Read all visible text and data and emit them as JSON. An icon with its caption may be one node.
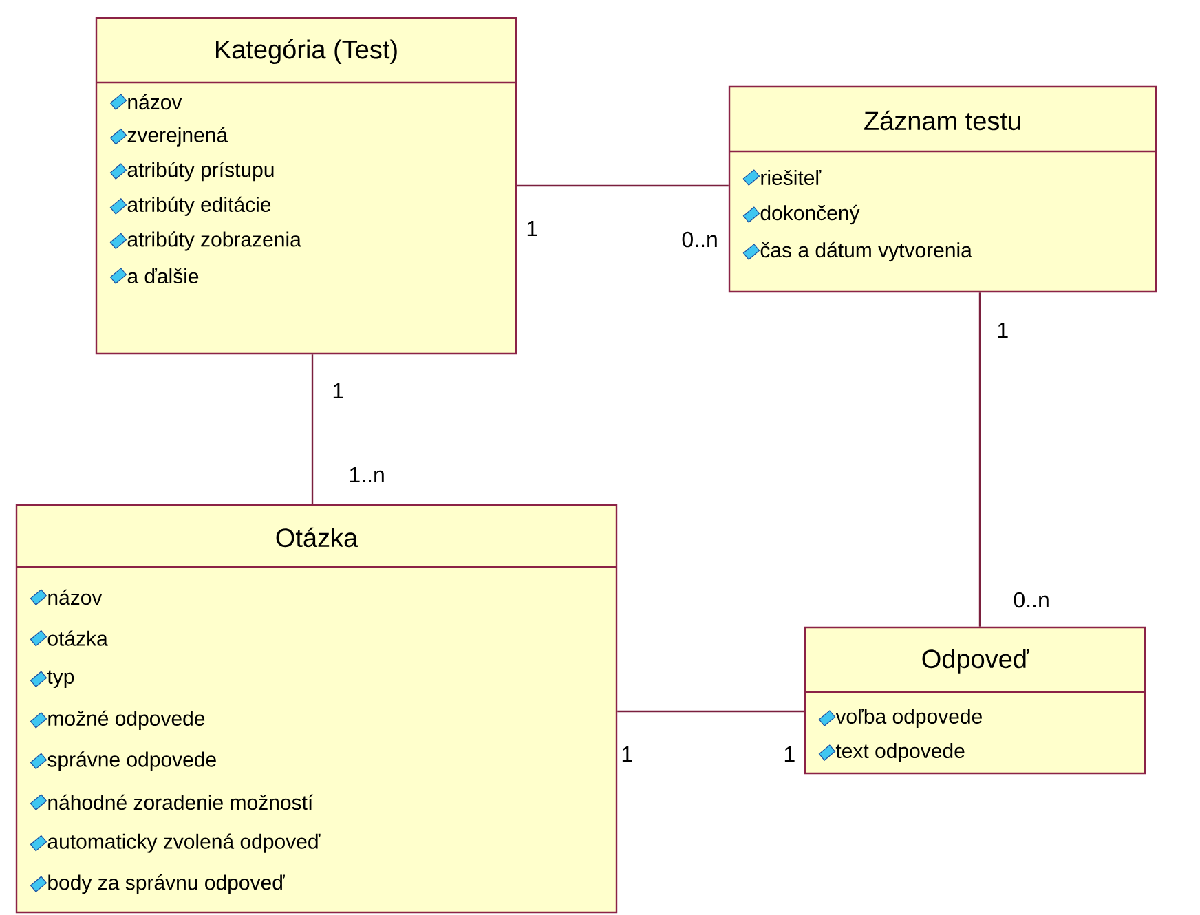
{
  "diagram": {
    "nodes": [
      {
        "text": [
          "Kategória (Test)",
          "názov",
          "zverejnená",
          "atribúty prístupu",
          "atribúty editácie",
          "atribúty zobrazenia",
          "a ďalšie"
        ]
      },
      {
        "text": [
          "Záznam testu",
          "riešiteľ",
          "dokončený",
          "čas a dátum vytvorenia"
        ]
      },
      {
        "text": [
          "Otázka",
          "názov",
          "otázka",
          "typ",
          "možné odpovede",
          "správne odpovede",
          "náhodné zoradenie možností",
          "automaticky zvolená odpoveď",
          "body za správnu odpoveď"
        ]
      },
      {
        "text": [
          "Odpoveď",
          "voľba odpovede",
          "text odpovede"
        ]
      }
    ],
    "edges": [
      {
        "from": 0,
        "to": 1,
        "arrow": "none"
      },
      {
        "from": 0,
        "to": 2,
        "arrow": "none"
      },
      {
        "from": 1,
        "to": 3,
        "arrow": "none"
      },
      {
        "from": 2,
        "to": 3,
        "arrow": "none"
      }
    ],
    "labels": [
      "1",
      "0..n",
      "1",
      "1..n",
      "1",
      "0..n",
      "1",
      "1"
    ]
  }
}
